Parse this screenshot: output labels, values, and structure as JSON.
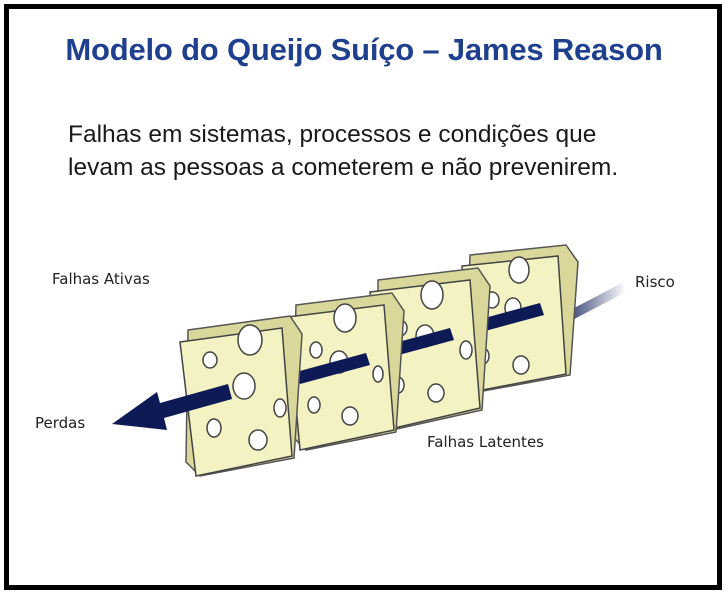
{
  "title": "Modelo do Queijo Suíço – James Reason",
  "subtitle": {
    "line1": "Falhas em sistemas, processos e condições que",
    "line2": "levam as pessoas a cometerem e não prevenirem."
  },
  "diagram": {
    "labels": {
      "active_failures": "Falhas Ativas",
      "risk": "Risco",
      "losses": "Perdas",
      "latent_failures": "Falhas Latentes"
    },
    "colors": {
      "cheese_fill": "#f3f2c2",
      "cheese_side": "#d9d89a",
      "arrow": "#0d1a55",
      "title": "#1f3f8f"
    },
    "slices_count": 4
  }
}
